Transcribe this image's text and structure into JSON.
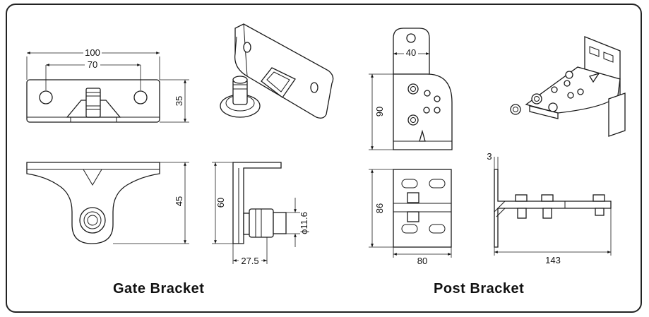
{
  "captions": {
    "gate": "Gate Bracket",
    "post": "Post Bracket"
  },
  "dimensions": {
    "gate_top_width": "100",
    "gate_hole_spacing": "70",
    "gate_top_height": "35",
    "gate_bottom_height": "45",
    "gate_side_height": "60",
    "gate_pin_offset": "27.5",
    "gate_pin_diameter": "ϕ11.6",
    "post_tab_width": "40",
    "post_height": "90",
    "post_plate_height": "86",
    "post_plate_width": "80",
    "post_thickness": "3",
    "post_length": "143"
  }
}
